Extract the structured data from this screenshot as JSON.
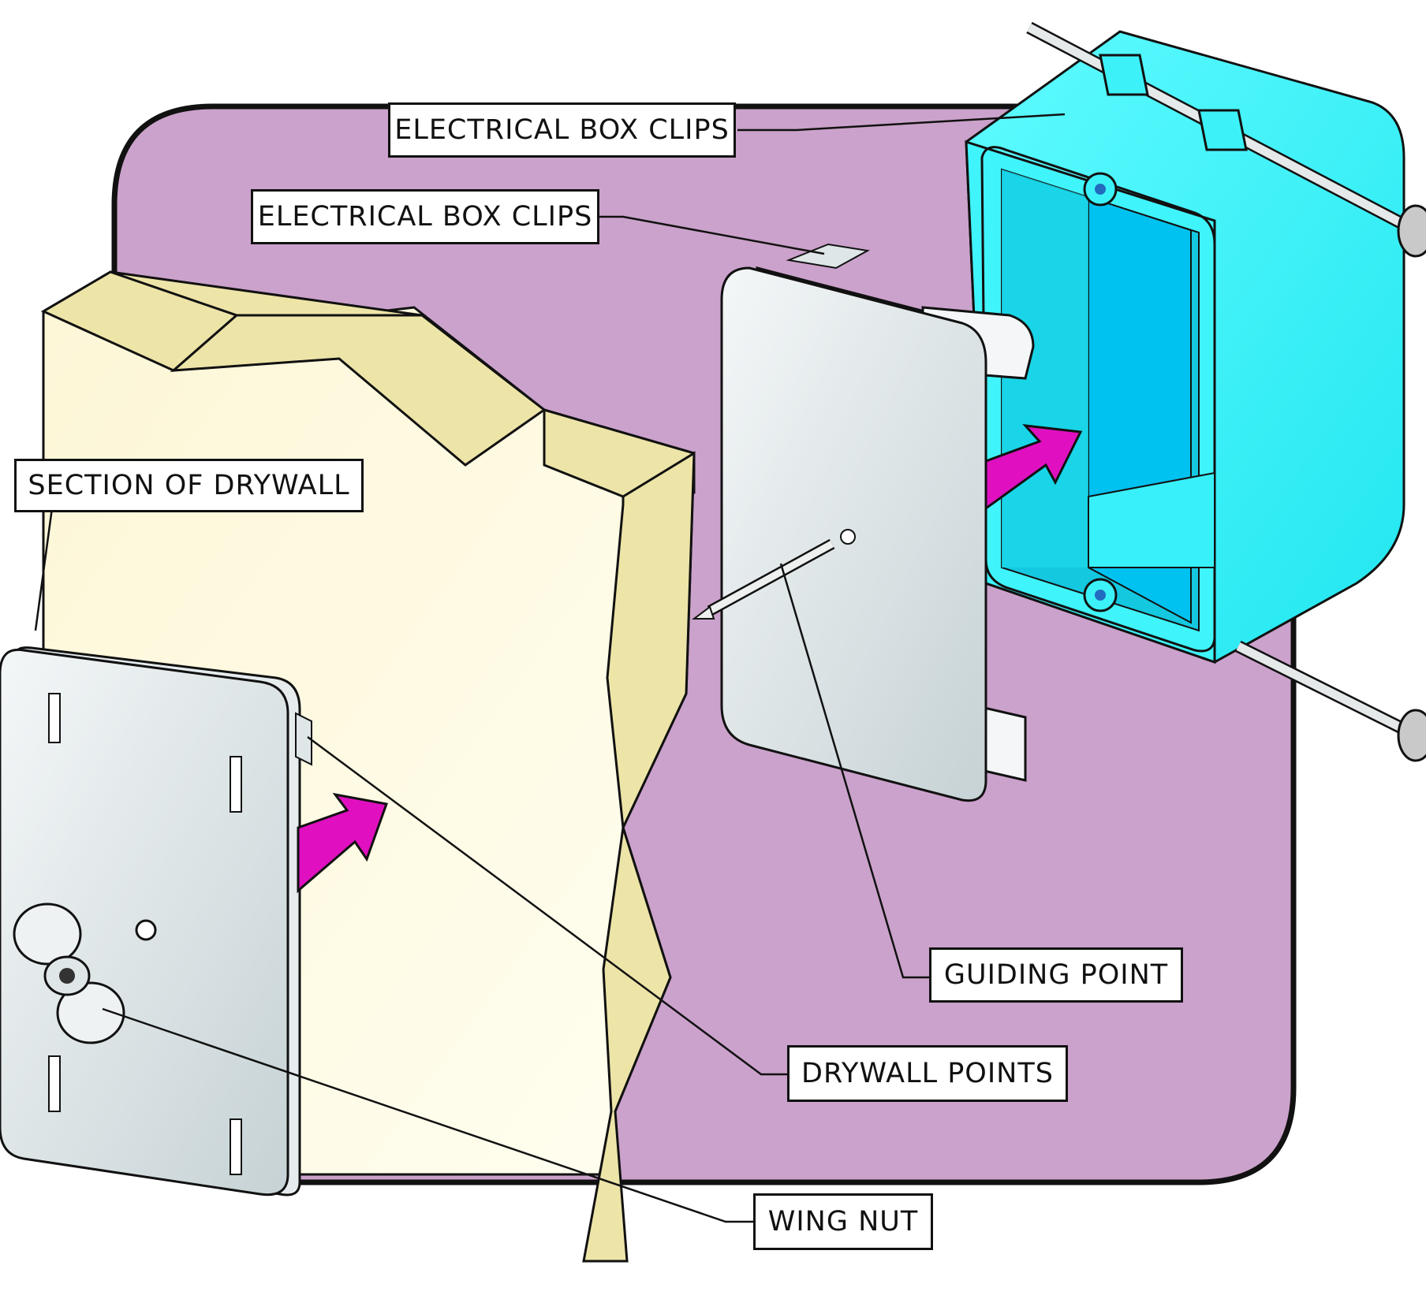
{
  "diagram": {
    "title": "Old-work electrical box installation exploded view",
    "colors": {
      "background_panel": "#cba2cb",
      "drywall_face": "#fdf8dc",
      "drywall_edge": "#ede4a8",
      "arrow": "#e010c0",
      "electrical_box": "#3cf2f8",
      "plate": "#d8e2e4",
      "outline": "#111111"
    },
    "labels": {
      "electrical_box_clips_top": "ELECTRICAL BOX CLIPS",
      "electrical_box_clips_mid": "ELECTRICAL BOX CLIPS",
      "section_of_drywall": "SECTION OF DRYWALL",
      "guiding_point": "GUIDING POINT",
      "drywall_points": "DRYWALL POINTS",
      "wing_nut": "WING NUT"
    },
    "components": [
      {
        "id": "electrical-box",
        "name": "Electrical box with nails"
      },
      {
        "id": "template-plate",
        "name": "Template plate with clips and guiding point"
      },
      {
        "id": "drywall-section",
        "name": "Section of drywall"
      },
      {
        "id": "back-plate",
        "name": "Back plate with drywall points and wing nut"
      }
    ]
  }
}
